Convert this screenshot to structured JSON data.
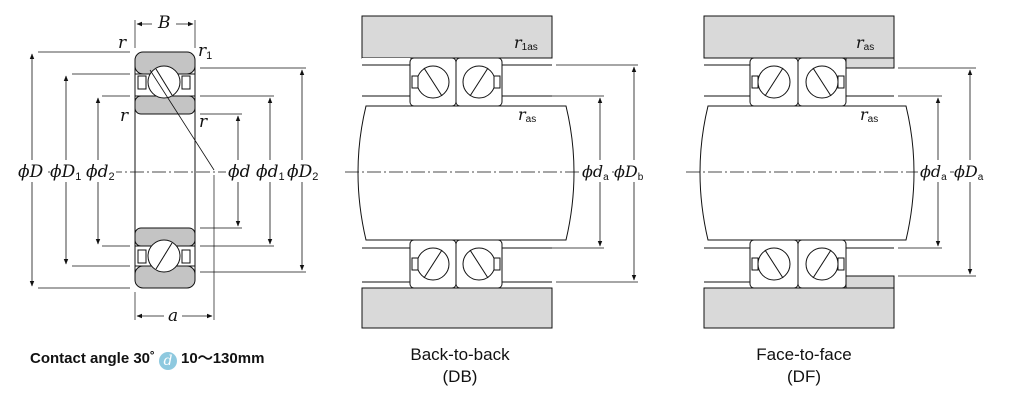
{
  "left_diagram": {
    "dims": {
      "B": "B",
      "r_top_left": "r",
      "r1": "r",
      "r1_sub": "1",
      "r_mid_left": "r",
      "r_mid_right": "r",
      "phiD": "ϕD",
      "phiD1": "ϕD",
      "phiD1_sub": "1",
      "phid2": "ϕd",
      "phid2_sub": "2",
      "phid": "ϕd",
      "phid1": "ϕd",
      "phid1_sub": "1",
      "phiD2": "ϕD",
      "phiD2_sub": "2",
      "a": "a"
    },
    "caption_prefix": "Contact angle 30˚",
    "caption_badge": "d",
    "caption_range": "10〜130mm"
  },
  "db_diagram": {
    "r1as": "r",
    "r1as_sub": "1as",
    "ras": "r",
    "ras_sub": "as",
    "phida": "ϕd",
    "phida_sub": "a",
    "phiDb": "ϕD",
    "phiDb_sub": "b",
    "caption_line1": "Back-to-back",
    "caption_line2": "(DB)"
  },
  "df_diagram": {
    "ras_top": "r",
    "ras_top_sub": "as",
    "ras": "r",
    "ras_sub": "as",
    "phida": "ϕd",
    "phida_sub": "a",
    "phiDa": "ϕD",
    "phiDa_sub": "a",
    "caption_line1": "Face-to-face",
    "caption_line2": "(DF)"
  },
  "colors": {
    "housing_gray": "#d9d9d9",
    "ring_gray": "#c4c4c4",
    "badge": "#8ec9df",
    "line": "#111111"
  }
}
